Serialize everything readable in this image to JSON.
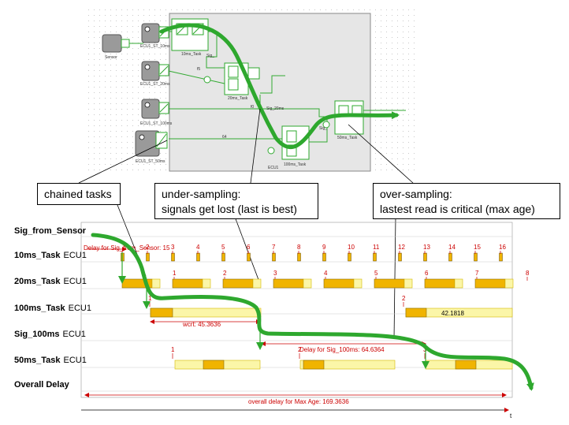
{
  "diagram": {
    "blocks": {
      "sensor": "Sensor",
      "ecu_st_10ms": "ECU1_ST_10ms",
      "ecu_st_20ms": "ECU1_ST_20ms",
      "ecu_st_100ms": "ECU1_ST_100ms",
      "ecu_st_50ms": "ECU1_ST_50ms",
      "task_10ms": "10ms_Task",
      "task_20ms": "20ms_Task",
      "task_100ms": "100ms_Task",
      "task_50ms": "50ms_Task",
      "ecu": "ECU1",
      "sig": "Sig_",
      "sig_20ms": "Sig_20ms",
      "sig_short": "Sig_",
      "wire_a": "f0",
      "wire_b": "f5",
      "wire_c": "64"
    },
    "callouts": {
      "chained": "chained tasks",
      "under_title": "under-sampling:",
      "under_body": "signals get lost (last is best)",
      "over_title": "over-sampling:",
      "over_body": "lastest read is critical (max age)"
    }
  },
  "timeline": {
    "rows": [
      {
        "label": "Sig_from_Sensor",
        "ecu": ""
      },
      {
        "label": "10ms_Task",
        "ecu": "ECU1"
      },
      {
        "label": "20ms_Task",
        "ecu": "ECU1"
      },
      {
        "label": "100ms_Task",
        "ecu": "ECU1"
      },
      {
        "label": "Sig_100ms",
        "ecu": "ECU1"
      },
      {
        "label": "50ms_Task",
        "ecu": "ECU1"
      },
      {
        "label": "Overall Delay",
        "ecu": ""
      }
    ],
    "ticks_10ms": [
      "1",
      "2",
      "3",
      "4",
      "5",
      "6",
      "7",
      "8",
      "9",
      "10",
      "11",
      "12",
      "13",
      "14",
      "15",
      "16"
    ],
    "ticks_20ms": [
      "1",
      "2",
      "3",
      "4",
      "5",
      "6",
      "7",
      "8"
    ],
    "ticks_100ms": [
      "1",
      "2"
    ],
    "ticks_50ms": [
      "1",
      "2",
      "3"
    ],
    "annotations": {
      "delay_sensor": "Delay for Sig_from_Sensor: 15",
      "wcrt": "wcrt: 45.3636",
      "value_100ms": "42.1818",
      "delay_sig100": "Delay for Sig_100ms: 64.6364",
      "overall": "overall delay for Max Age: 169.3636",
      "axis_t": "t"
    }
  },
  "colors": {
    "flow": "#2ea82e",
    "bar_dark": "#f0b400",
    "bar_light": "#fbf6a8",
    "delay_red": "#cc0000",
    "wire": "#33aa33"
  }
}
